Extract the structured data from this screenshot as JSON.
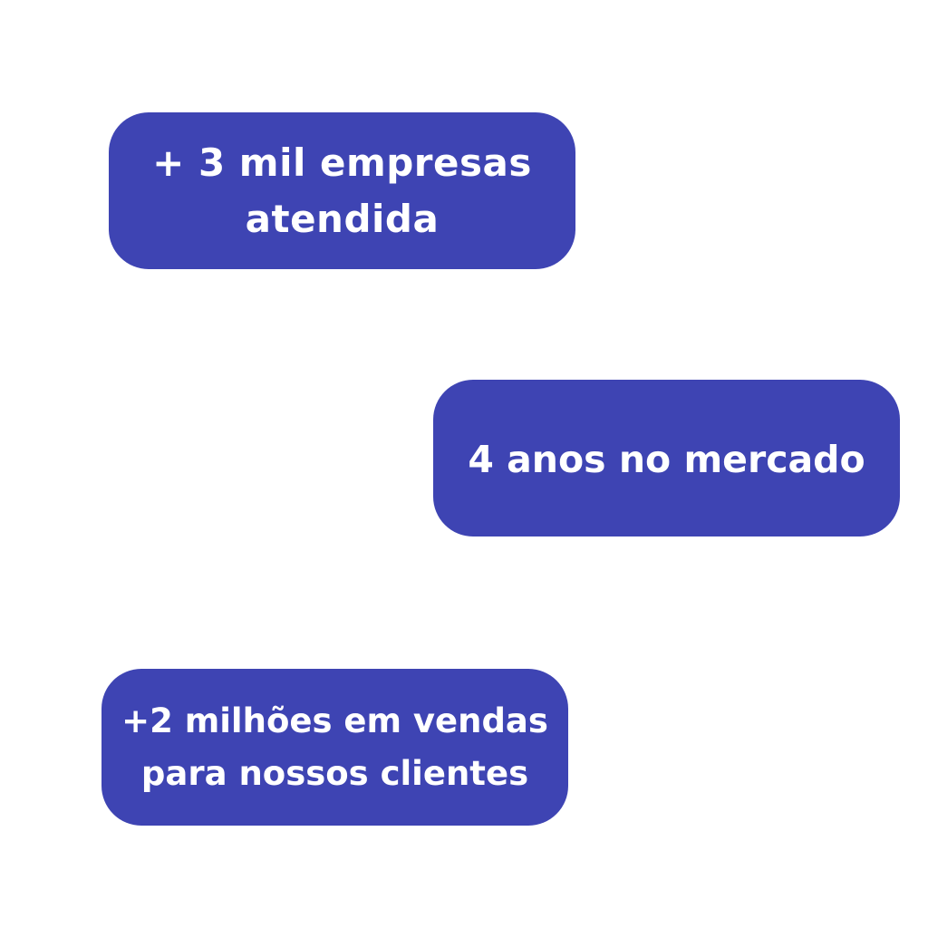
{
  "colors": {
    "background": "#ffffff",
    "card": "#3e44b3",
    "text": "#ffffff"
  },
  "stats": [
    {
      "line1": "+ 3 mil empresas",
      "line2": "atendida"
    },
    {
      "line1": "4 anos no mercado"
    },
    {
      "line1": "+2 milhões em vendas",
      "line2": "para nossos clientes"
    }
  ]
}
